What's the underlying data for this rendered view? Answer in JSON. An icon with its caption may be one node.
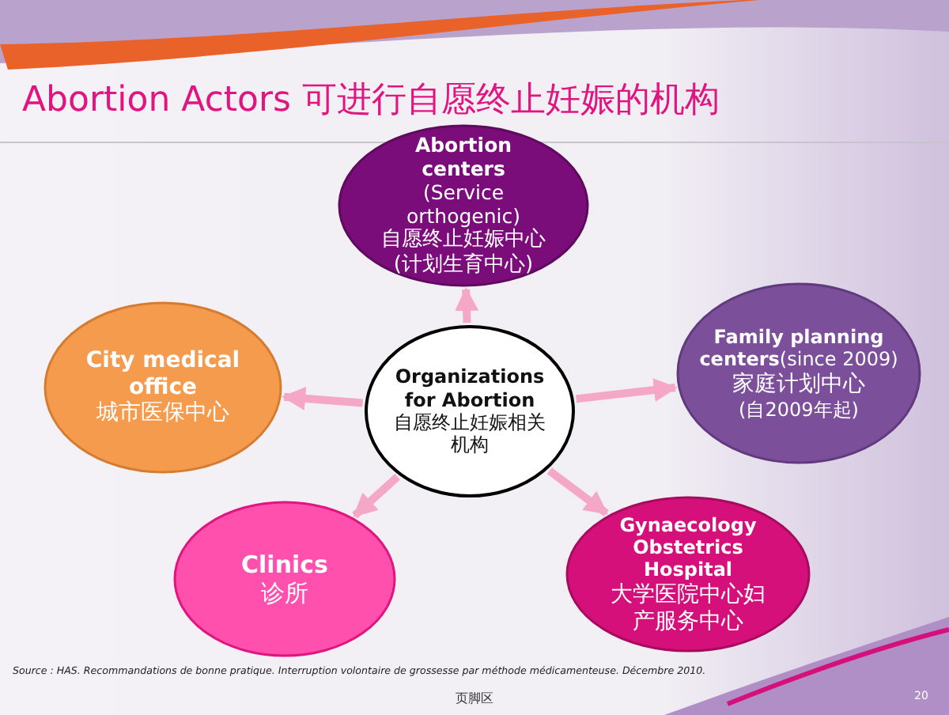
{
  "diagram": {
    "title": "Abortion Actors 可进行自愿终止妊娠的机构",
    "nodes": [
      {
        "text": [
          "**Abortion centers** (Service orthogenic)",
          "自愿终止妊娠中心(计划生育中心)"
        ]
      },
      {
        "text": [
          "City medical office",
          "城市医保中心"
        ]
      },
      {
        "text": [
          "Organizations for Abortion",
          "自愿终止妊娠相关机构"
        ]
      },
      {
        "text": [
          "**Family planning centers**(since 2009)",
          "家庭计划中心",
          "(自2009年起)"
        ]
      },
      {
        "text": [
          "Clinics",
          "诊所"
        ]
      },
      {
        "text": [
          "Gynaecology Obstetrics Hospital",
          "大学医院中心妇产服务中心"
        ]
      }
    ],
    "edges": [
      {
        "from": 2,
        "to": 0,
        "arrow": "to"
      },
      {
        "from": 2,
        "to": 1,
        "arrow": "to"
      },
      {
        "from": 2,
        "to": 3,
        "arrow": "to"
      },
      {
        "from": 2,
        "to": 4,
        "arrow": "to"
      },
      {
        "from": 2,
        "to": 5,
        "arrow": "to"
      }
    ],
    "labels": [
      "Source : HAS. Recommandations de bonne pratique. Interruption volontaire de grossesse par méthode médicamenteuse. Décembre 2010.",
      "页脚区",
      "20"
    ]
  }
}
